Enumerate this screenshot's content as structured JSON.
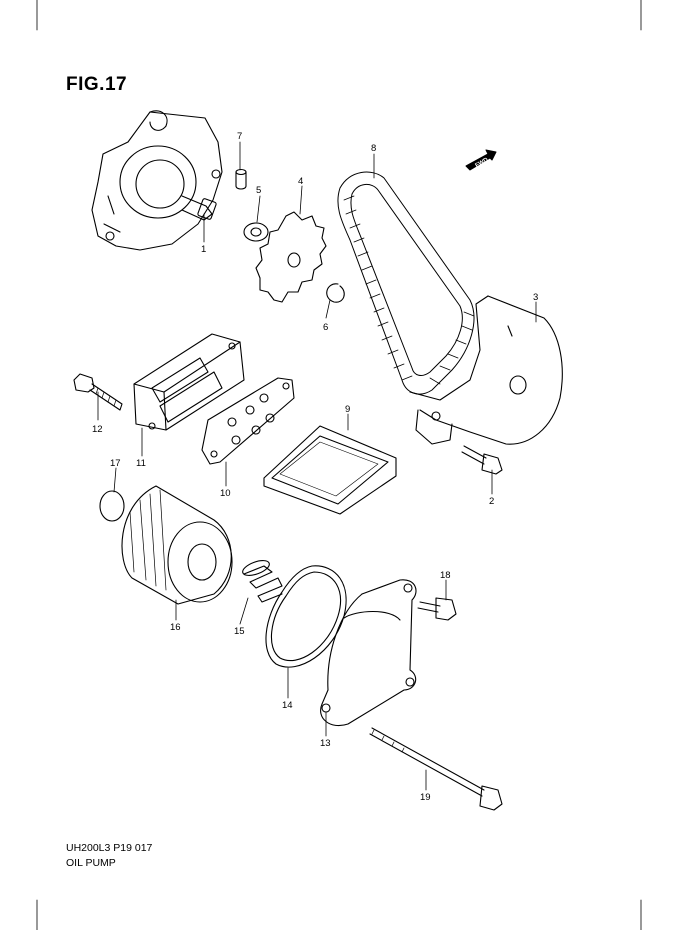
{
  "figure": {
    "title": "FIG.17"
  },
  "fwd_label": "FWD",
  "footer": {
    "code": "UH200L3 P19 017",
    "name": "OIL PUMP"
  },
  "callouts": [
    "1",
    "2",
    "3",
    "4",
    "5",
    "6",
    "7",
    "8",
    "9",
    "10",
    "11",
    "12",
    "13",
    "14",
    "15",
    "16",
    "17",
    "18",
    "19"
  ]
}
